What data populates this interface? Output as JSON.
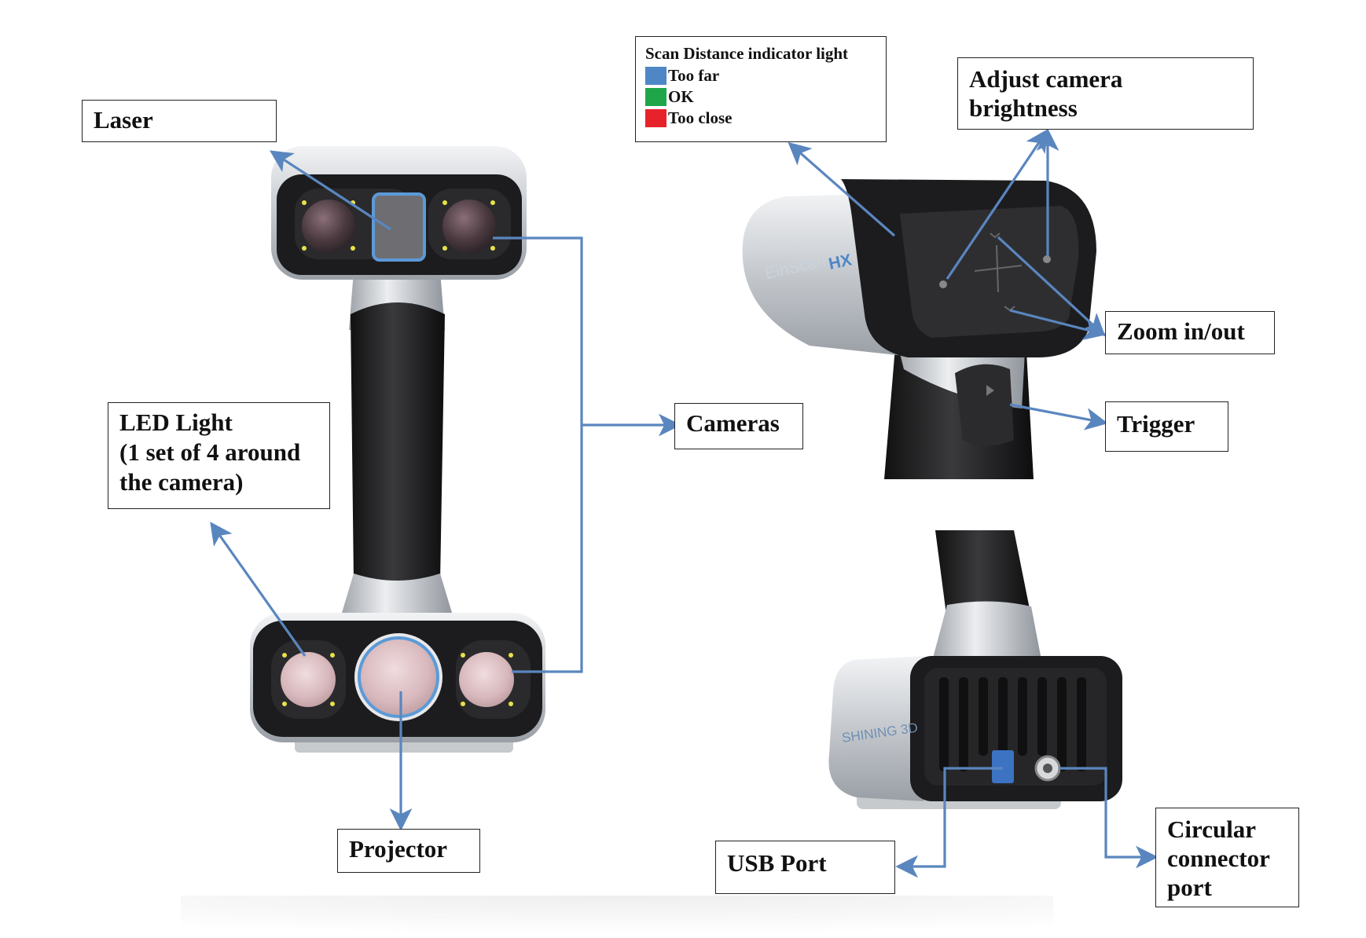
{
  "labels": {
    "laser": "Laser",
    "led_light": [
      "LED Light",
      "(1 set of 4 around",
      "the camera)"
    ],
    "cameras": "Cameras",
    "projector": "Projector",
    "adjust_brightness": [
      "Adjust camera",
      "brightness"
    ],
    "zoom": "Zoom in/out",
    "trigger": "Trigger",
    "usb_port": "USB Port",
    "circular_port": [
      "Circular",
      "connector",
      "port"
    ]
  },
  "scan_distance_legend": {
    "title": "Scan Distance indicator light",
    "items": [
      {
        "label": "Too far",
        "color": "#4f86c6"
      },
      {
        "label": "OK",
        "color": "#1fa64a"
      },
      {
        "label": "Too close",
        "color": "#e8222a"
      }
    ]
  },
  "device_text": {
    "brand_side": "EinScan",
    "model_side": "HX",
    "brand_base": "SHINING 3D"
  },
  "colors": {
    "arrow": "#5a86bf",
    "highlight_ring": "#5b9ad8",
    "body_dark": "#1c1c1e",
    "body_silver": "#c9cdd2"
  }
}
